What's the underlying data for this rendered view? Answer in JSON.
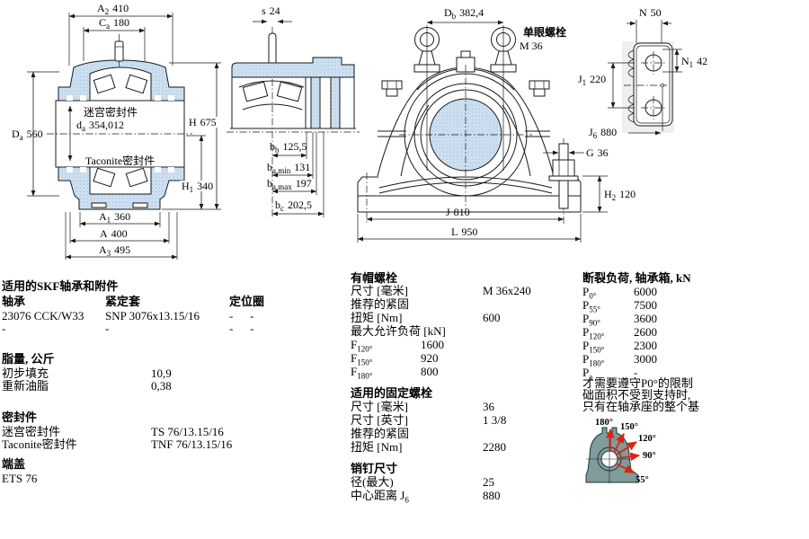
{
  "dims": {
    "a2": {
      "s": "A",
      "b": "2",
      "v": "410"
    },
    "ca": {
      "s": "C",
      "b": "a",
      "v": "180"
    },
    "da": {
      "s": "D",
      "b": "a",
      "v": "560"
    },
    "dia": {
      "s": "d",
      "b": "a",
      "v": "354,012"
    },
    "h": {
      "s": "H",
      "b": "",
      "v": "675"
    },
    "h1": {
      "s": "H",
      "b": "1",
      "v": "340"
    },
    "a1": {
      "s": "A",
      "b": "1",
      "v": "360"
    },
    "a": {
      "s": "A",
      "b": "",
      "v": "400"
    },
    "a3": {
      "s": "A",
      "b": "3",
      "v": "495"
    },
    "s": {
      "s": "s",
      "b": "",
      "v": "24"
    },
    "bb": {
      "s": "b",
      "b": "b",
      "v": "125,5"
    },
    "bamin": {
      "s": "b",
      "b": "a,min",
      "v": "131"
    },
    "bamax": {
      "s": "b",
      "b": "a,max",
      "v": "197"
    },
    "bc": {
      "s": "b",
      "b": "c",
      "v": "202,5"
    },
    "db": {
      "s": "D",
      "b": "b",
      "v": "382,4"
    },
    "j": {
      "s": "J",
      "b": "",
      "v": "810"
    },
    "l": {
      "s": "L",
      "b": "",
      "v": "950"
    },
    "g": {
      "s": "G",
      "b": "",
      "v": "36"
    },
    "h2": {
      "s": "H",
      "b": "2",
      "v": "120"
    },
    "n": {
      "s": "N",
      "b": "",
      "v": "50"
    },
    "n1": {
      "s": "N",
      "b": "1",
      "v": "42"
    },
    "j1": {
      "s": "J",
      "b": "1",
      "v": "220"
    },
    "j6": {
      "s": "J",
      "b": "6",
      "v": "880"
    }
  },
  "labels": {
    "seal_top": "迷宫密封件",
    "seal_bottom": "Taconite密封件",
    "eyebolt": "单眼螺栓",
    "eyebolt_size": "M 36"
  },
  "bearing_section": {
    "title": "适用的SKF轴承和附件",
    "columns": [
      "轴承",
      "紧定套",
      "定位圈"
    ],
    "rows": [
      {
        "bearing": "23076 CCK/W33",
        "sleeve": "SNP 3076x13.15/16",
        "ring_a": "-",
        "ring_b": "-"
      },
      {
        "bearing": "-",
        "sleeve": "-",
        "ring_a": "-",
        "ring_b": "-"
      }
    ]
  },
  "grease_section": {
    "title": "脂量, 公斤",
    "rows": [
      {
        "label": "初步填充",
        "value": "10,9"
      },
      {
        "label": "重新油脂",
        "value": "0,38"
      }
    ]
  },
  "seal_section": {
    "title": "密封件",
    "rows": [
      {
        "label": "迷宫密封件",
        "value": "TS 76/13.15/16"
      },
      {
        "label": "Taconite密封件",
        "value": "TNF 76/13.15/16"
      }
    ]
  },
  "endcover_section": {
    "title": "端盖",
    "value": "ETS 76"
  },
  "capbolt_section": {
    "title": "有帽螺栓",
    "rows": [
      {
        "label": "尺寸 [毫米]",
        "value": "M 36x240"
      },
      {
        "label": "推荐的紧固",
        "value": ""
      },
      {
        "label": "扭矩 [Nm]",
        "value": "600"
      },
      {
        "label": "最大允许负荷 [kN]",
        "value": ""
      }
    ],
    "loads": [
      {
        "sym": "F",
        "sub": "120°",
        "value": "1600"
      },
      {
        "sym": "F",
        "sub": "150°",
        "value": "920"
      },
      {
        "sym": "F",
        "sub": "180°",
        "value": "800"
      }
    ]
  },
  "fixbolt_section": {
    "title": "适用的固定螺栓",
    "rows": [
      {
        "label": "尺寸 [毫米]",
        "value": "36"
      },
      {
        "label": "尺寸 [英寸]",
        "value": "1 3/8"
      },
      {
        "label": "推荐的紧固",
        "value": ""
      },
      {
        "label": "扭矩 [Nm]",
        "value": "2280"
      }
    ]
  },
  "pin_section": {
    "title": "销钉尺寸",
    "rows": [
      {
        "label": "径(最大)",
        "sub": "",
        "value": "25"
      },
      {
        "label": "中心距离 J",
        "sub": "6",
        "value": "880"
      }
    ]
  },
  "load_section": {
    "title": "断裂负荷, 轴承箱, kN",
    "rows": [
      {
        "sym": "P",
        "sub": "0°",
        "value": "6000"
      },
      {
        "sym": "P",
        "sub": "55°",
        "value": "7500"
      },
      {
        "sym": "P",
        "sub": "90°",
        "value": "3600"
      },
      {
        "sym": "P",
        "sub": "120°",
        "value": "2600"
      },
      {
        "sym": "P",
        "sub": "150°",
        "value": "2300"
      },
      {
        "sym": "P",
        "sub": "180°",
        "value": "3000"
      },
      {
        "sym": "P",
        "sub": "a",
        "value": "-"
      }
    ],
    "note_lines": [
      "才需要遵守P0°的限制",
      "础面积不受到支持时,",
      "只有在轴承座的整个基"
    ],
    "angles": [
      "180°",
      "150°",
      "120°",
      "90°",
      "55°"
    ]
  },
  "colors": {
    "section_fill": "#cfe2f2",
    "accent_red": "#dd2211"
  }
}
